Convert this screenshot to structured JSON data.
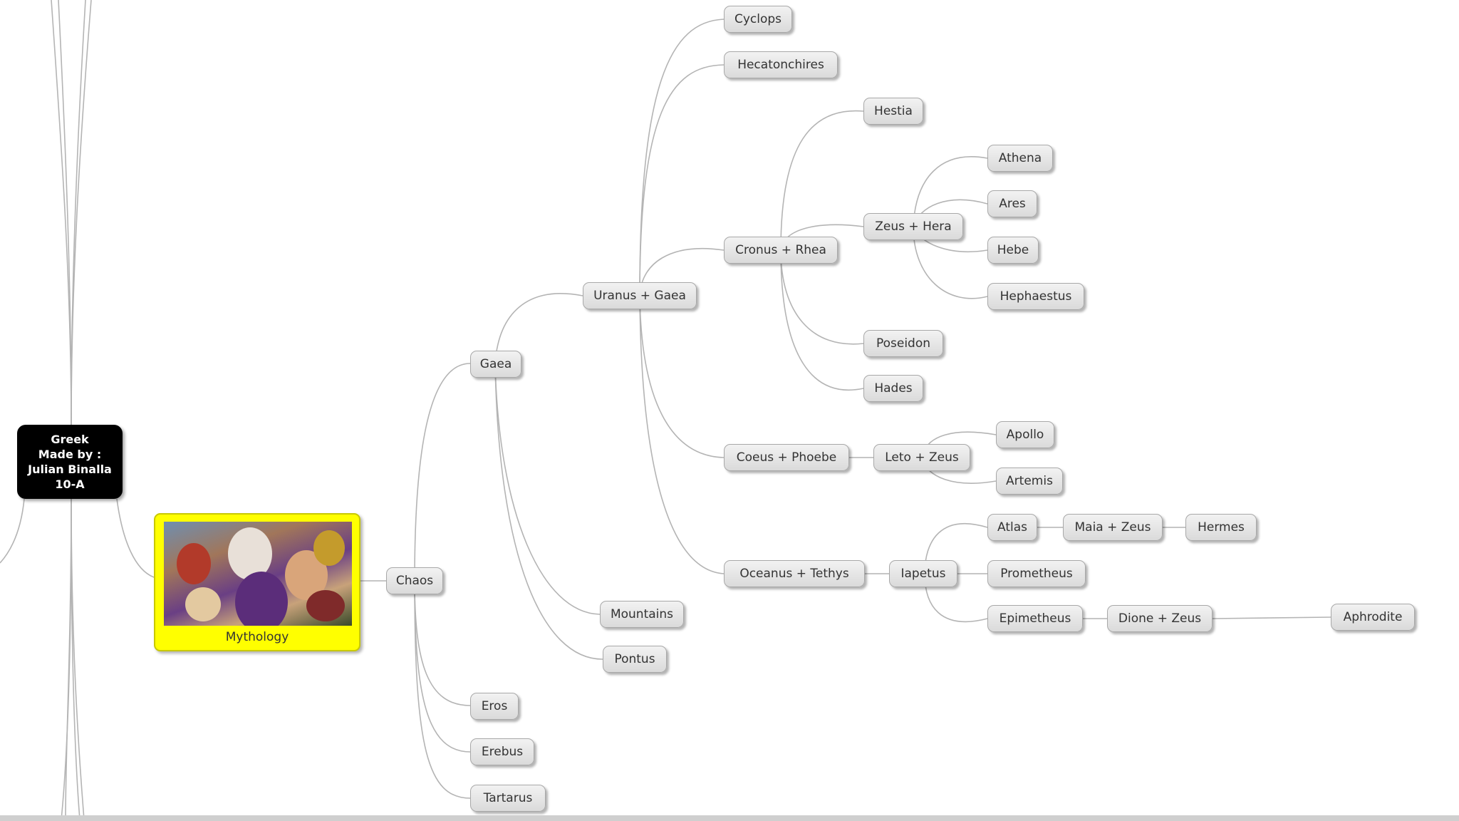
{
  "root": {
    "lines": [
      "Greek",
      "Made by :",
      "Julian Binalla",
      "10-A"
    ]
  },
  "image_node": {
    "caption": "Mythology"
  },
  "nodes": {
    "chaos": "Chaos",
    "gaea": "Gaea",
    "eros": "Eros",
    "erebus": "Erebus",
    "tartarus": "Tartarus",
    "uranus_gaea": "Uranus + Gaea",
    "mountains": "Mountains",
    "pontus": "Pontus",
    "cyclops": "Cyclops",
    "hecatonchires": "Hecatonchires",
    "cronus_rhea": "Cronus + Rhea",
    "coeus_phoebe": "Coeus + Phoebe",
    "oceanus_tethys": "Oceanus + Tethys",
    "hestia": "Hestia",
    "zeus_hera": "Zeus + Hera",
    "poseidon": "Poseidon",
    "hades": "Hades",
    "athena": "Athena",
    "ares": "Ares",
    "hebe": "Hebe",
    "hephaestus": "Hephaestus",
    "leto_zeus": "Leto + Zeus",
    "apollo": "Apollo",
    "artemis": "Artemis",
    "iapetus": "Iapetus",
    "atlas": "Atlas",
    "maia_zeus": "Maia + Zeus",
    "hermes": "Hermes",
    "prometheus": "Prometheus",
    "epimetheus": "Epimetheus",
    "dione_zeus": "Dione + Zeus",
    "aphrodite": "Aphrodite"
  },
  "colors": {
    "root_bg": "#000000",
    "image_node_bg": "#ffff00",
    "node_bg": "#e6e6e6",
    "connector": "#b4b4b4"
  }
}
